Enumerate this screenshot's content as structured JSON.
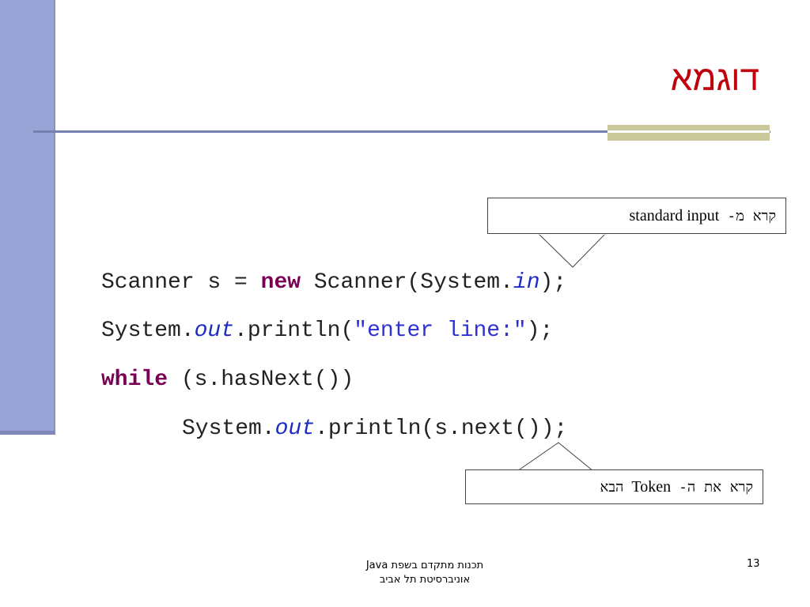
{
  "slide": {
    "title": "דוגמא",
    "page_number": "13"
  },
  "code": {
    "line1": {
      "a": "Scanner s = ",
      "kw": "new",
      "b": " Scanner(System.",
      "it": "in",
      "c": ");"
    },
    "line2": {
      "a": "System.",
      "it": "out",
      "b": ".println(",
      "str": "\"enter line:\"",
      "c": ");"
    },
    "line3": {
      "kw": "while",
      "a": " (s.hasNext())"
    },
    "line4": {
      "a": "System.",
      "it": "out",
      "b": ".println(s.next());"
    }
  },
  "callouts": {
    "top": {
      "english": "standard input",
      "hebrew": "קרא מ-"
    },
    "bottom": {
      "hebrew_left": "הבא",
      "english": "Token",
      "hebrew_right": "קרא את ה-"
    }
  },
  "footer": {
    "line1": "תכנות מתקדם בשפת Java",
    "line2": "אוניברסיטת תל אביב"
  }
}
